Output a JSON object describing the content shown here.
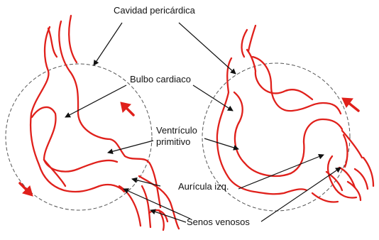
{
  "labels": {
    "pericardial_cavity": "Cavidad pericárdica",
    "bulbus_cordis": "Bulbo cardiaco",
    "primitive_ventricle_line1": "Ventrículo",
    "primitive_ventricle_line2": "primitivo",
    "left_atrium": "Aurícula izq.",
    "sinus_venosus": "Senos venosos"
  },
  "colors": {
    "heart_tube": "#e0201b",
    "arrows": "#111111",
    "pericardium": "#555555"
  }
}
